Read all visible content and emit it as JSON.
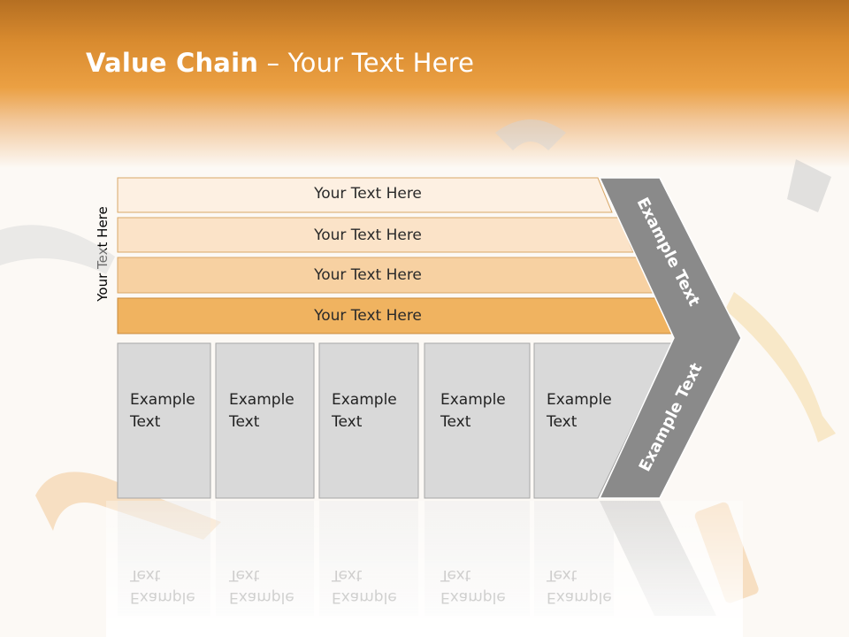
{
  "slide": {
    "title_bold": "Value Chain",
    "title_rest": " – Your Text Here",
    "side_label": "Your Text Here",
    "bars": [
      {
        "label": "Your Text Here"
      },
      {
        "label": "Your Text Here"
      },
      {
        "label": "Your Text Here"
      },
      {
        "label": "Your Text Here"
      }
    ],
    "boxes": [
      {
        "line1": "Example",
        "line2": "Text"
      },
      {
        "line1": "Example",
        "line2": "Text"
      },
      {
        "line1": "Example",
        "line2": "Text"
      },
      {
        "line1": "Example",
        "line2": "Text"
      },
      {
        "line1": "Example",
        "line2": "Text"
      }
    ],
    "chevron_top": "Example Text",
    "chevron_bottom": "Example Text"
  },
  "colors": {
    "header_orange": "#eba043",
    "bar_fills": [
      "#fdf0e2",
      "#fbe3c8",
      "#f7d1a2",
      "#f0b360"
    ],
    "box_fill": "#d9d9d9",
    "chevron_fill": "#8a8a8a"
  }
}
